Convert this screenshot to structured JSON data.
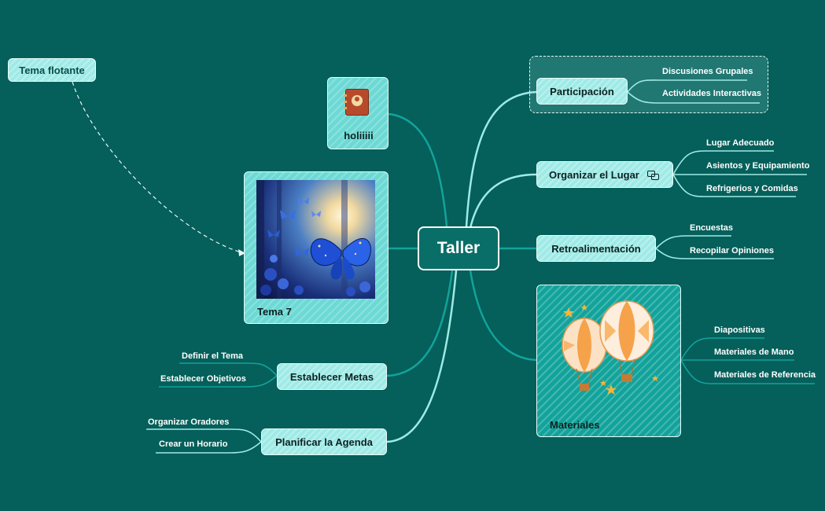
{
  "central": {
    "label": "Taller"
  },
  "floating": {
    "label": "Tema flotante"
  },
  "right_branches": [
    {
      "label": "Participación",
      "children": [
        "Discusiones Grupales",
        "Actividades Interactivas"
      ]
    },
    {
      "label": "Organizar el Lugar",
      "icon": "link-icon",
      "children": [
        "Lugar Adecuado",
        "Asientos y Equipamiento",
        "Refrigerios y Comidas"
      ]
    },
    {
      "label": "Retroalimentación",
      "children": [
        "Encuestas",
        "Recopilar Opiniones"
      ]
    },
    {
      "label": "Materiales",
      "image": "hot-air-balloons",
      "children": [
        "Diapositivas",
        "Materiales de Mano",
        "Materiales de Referencia"
      ]
    }
  ],
  "left_branches": [
    {
      "label": "holiiiii",
      "icon": "address-book-icon"
    },
    {
      "label": "Tema 7",
      "image": "blue-butterflies-forest"
    },
    {
      "label": "Establecer Metas",
      "children": [
        "Definir el Tema",
        "Establecer Objetivos"
      ]
    },
    {
      "label": "Planificar la Agenda",
      "children": [
        "Organizar Oradores",
        "Crear un Horario"
      ]
    }
  ],
  "colors": {
    "background": "#055f5a",
    "node_fill": "#9eeae6",
    "image_node_fill": "#6cd9d4",
    "connector": "#12a39b",
    "light_line": "#9eeae6",
    "central_fill": "#0a6e68"
  }
}
